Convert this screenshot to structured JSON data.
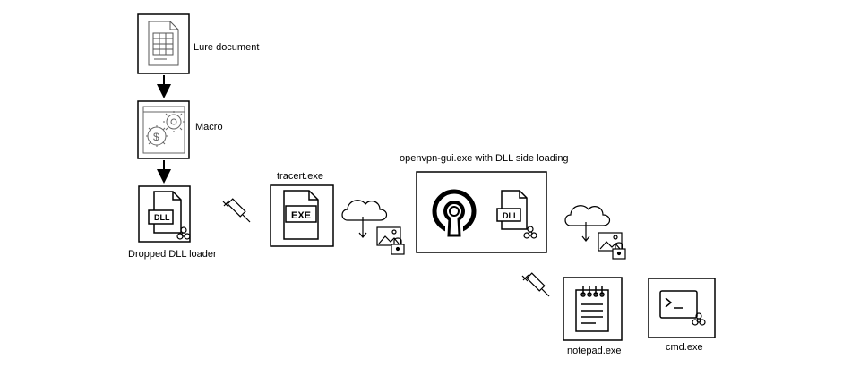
{
  "nodes": {
    "lure_document": {
      "label": "Lure document",
      "icon": "spreadsheet-document-icon"
    },
    "macro": {
      "label": "Macro",
      "icon": "gear-dollar-icon"
    },
    "dropped_dll_loader": {
      "label": "Dropped DLL loader",
      "icon": "dll-file-biohazard-icon",
      "file_tag": "DLL"
    },
    "tracert": {
      "label": "tracert.exe",
      "icon": "exe-file-icon",
      "file_tag": "EXE"
    },
    "openvpn_gui": {
      "label": "openvpn-gui.exe with DLL side loading",
      "icon": "openvpn-logo-icon",
      "file_tag": "DLL"
    },
    "notepad": {
      "label": "notepad.exe",
      "icon": "notepad-icon"
    },
    "cmd": {
      "label": "cmd.exe",
      "icon": "terminal-biohazard-icon"
    }
  },
  "connectors": {
    "injection_icon": "syringe-icon",
    "download_icon": "cloud-download-locked-image-icon"
  },
  "colors": {
    "stroke": "#000000",
    "box_border": "#000000",
    "icon_gray": "#888888"
  }
}
